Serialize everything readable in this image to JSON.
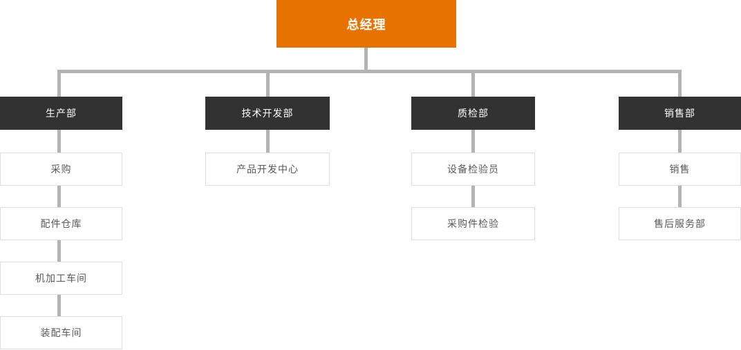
{
  "root": {
    "label": "总经理"
  },
  "columns": [
    {
      "dept": "生产部",
      "children": [
        "采购",
        "配件仓库",
        "机加工车间",
        "装配车间"
      ]
    },
    {
      "dept": "技术开发部",
      "children": [
        "产品开发中心"
      ]
    },
    {
      "dept": "质检部",
      "children": [
        "设备检验员",
        "采购件检验"
      ]
    },
    {
      "dept": "销售部",
      "children": [
        "销售",
        "售后服务部"
      ]
    }
  ],
  "colors": {
    "root_bg": "#e87200",
    "dept_bg": "#323232",
    "connector": "#b3b3b3",
    "child_border": "#dedede",
    "child_text": "#595959"
  }
}
